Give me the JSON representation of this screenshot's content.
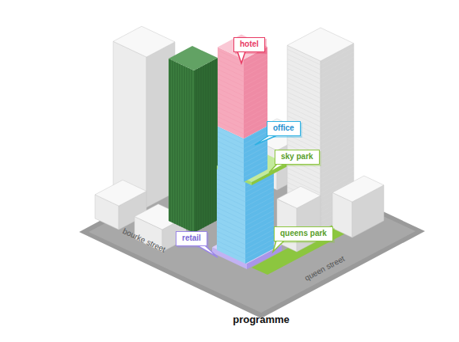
{
  "diagram": {
    "title": "programme",
    "nodes": [
      {
        "text": [
          "hotel"
        ]
      },
      {
        "text": [
          "office"
        ]
      },
      {
        "text": [
          "sky park"
        ]
      },
      {
        "text": [
          "retail"
        ]
      },
      {
        "text": [
          "queens park"
        ]
      }
    ],
    "labels": [
      "bourke street",
      "queen street"
    ]
  }
}
